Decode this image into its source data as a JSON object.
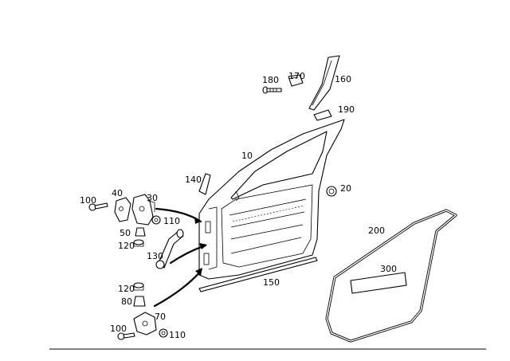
{
  "diagram": {
    "part_numbers": [
      "10",
      "20",
      "30",
      "40",
      "50",
      "70",
      "80",
      "100",
      "100",
      "110",
      "110",
      "120",
      "120",
      "130",
      "140",
      "150",
      "160",
      "170",
      "180",
      "190",
      "200",
      "300"
    ],
    "labels": {
      "p10": "10",
      "p20": "20",
      "p30": "30",
      "p40": "40",
      "p50": "50",
      "p70": "70",
      "p80": "80",
      "p100_top": "100",
      "p100_bottom": "100",
      "p110_top": "110",
      "p110_bottom": "110",
      "p120_top": "120",
      "p120_bottom": "120",
      "p130": "130",
      "p140": "140",
      "p150": "150",
      "p160": "160",
      "p170": "170",
      "p180": "180",
      "p190": "190",
      "p200": "200",
      "p300": "300"
    }
  }
}
